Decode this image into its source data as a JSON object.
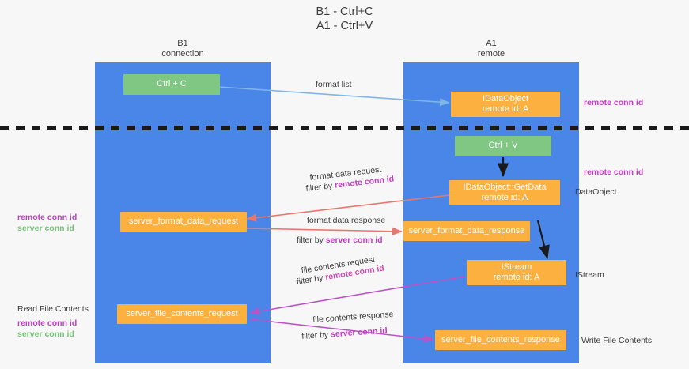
{
  "title": {
    "line1": "B1 - Ctrl+C",
    "line2": "A1 - Ctrl+V"
  },
  "columns": [
    {
      "name": "B1",
      "role": "connection"
    },
    {
      "name": "A1",
      "role": "remote"
    }
  ],
  "colors": {
    "lane": "#4a86e8",
    "green_box": "#80c784",
    "orange_box": "#fbb040",
    "remote_conn_id": "#c23ec2",
    "server_conn_id": "#74c476",
    "red_arrow": "#e8776f",
    "purple_arrow": "#bb53c8",
    "blue_arrow": "#7eb6e8",
    "black_arrow": "#1a1a1a",
    "divider": "#1a1a1a"
  },
  "boxes": {
    "ctrl_c": {
      "label": "Ctrl + C",
      "kind": "green"
    },
    "ctrl_v": {
      "label": "Ctrl + V",
      "kind": "green"
    },
    "idataobject": {
      "line1": "IDataObject",
      "line2": "remote id: A",
      "kind": "orange"
    },
    "idataobject_getdata": {
      "line1": "IDataObject::GetData",
      "line2": "remote id: A",
      "kind": "orange"
    },
    "istream": {
      "line1": "IStream",
      "line2": "remote id: A",
      "kind": "orange"
    },
    "server_format_data_request": {
      "label": "server_format_data_request",
      "kind": "orange"
    },
    "server_format_data_response": {
      "label": "server_format_data_response",
      "kind": "orange"
    },
    "server_file_contents_request": {
      "label": "server_file_contents_request",
      "kind": "orange"
    },
    "server_file_contents_response": {
      "label": "server_file_contents_response",
      "kind": "orange"
    }
  },
  "arrow_labels": {
    "format_list": "format list",
    "format_data_request": "format data request",
    "format_data_request_filter_prefix": "filter by ",
    "format_data_request_filter_key": "remote conn id",
    "format_data_response": "format data response",
    "format_data_response_filter_prefix": "filter by ",
    "format_data_response_filter_key": "server conn id",
    "file_contents_request": "file contents request",
    "file_contents_request_filter_prefix": "filter by ",
    "file_contents_request_filter_key": "remote conn id",
    "file_contents_response": "file contents response",
    "file_contents_response_filter_prefix": "filter by ",
    "file_contents_response_filter_key": "server conn id"
  },
  "annotations": {
    "right_remote_conn_id_top": "remote conn id",
    "right_remote_conn_id_mid": "remote conn id",
    "right_dataobject": "DataObject",
    "right_istream": "IStream",
    "right_write_file_contents": "Write File Contents",
    "left_remote_conn_id_mid": "remote conn id",
    "left_server_conn_id_mid": "server conn id",
    "left_read_file_contents": "Read File Contents",
    "left_remote_conn_id_low": "remote conn id",
    "left_server_conn_id_low": "server conn id"
  }
}
